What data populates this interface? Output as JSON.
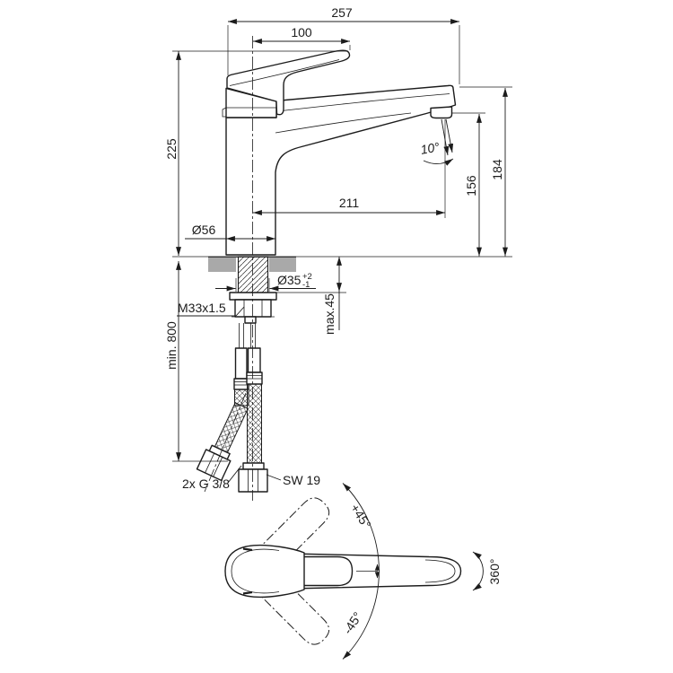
{
  "drawing": {
    "type": "faucet-installation-dimension-drawing",
    "dims": {
      "d257": "257",
      "d100": "100",
      "d225": "225",
      "d211": "211",
      "d156": "156",
      "d184": "184",
      "angle": "10°",
      "dia_body": "Ø56",
      "dia_hole": "Ø35",
      "dia_hole_tol_plus": "+2",
      "dia_hole_tol_minus": "-1",
      "thread": "M33x1.5",
      "max_deck_thickness": "max.45",
      "min_clearance": "min. 800",
      "connections": "2x G 3/8",
      "wrench_size": "SW 19"
    },
    "top_view": {
      "swivel_up": "+45°",
      "swivel_down": "-45°",
      "rotation": "360°"
    },
    "colors": {
      "line": "#1c1c1c",
      "countertop": "#a9a9a9",
      "background": "#ffffff"
    }
  }
}
